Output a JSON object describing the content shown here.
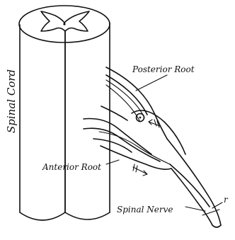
{
  "labels": {
    "spinal_cord": "Spinal Cord",
    "posterior_root": "Posterior Root",
    "anterior_root": "Anterior Root",
    "spinal_nerve": "Spinal Nerve",
    "r": "r"
  }
}
